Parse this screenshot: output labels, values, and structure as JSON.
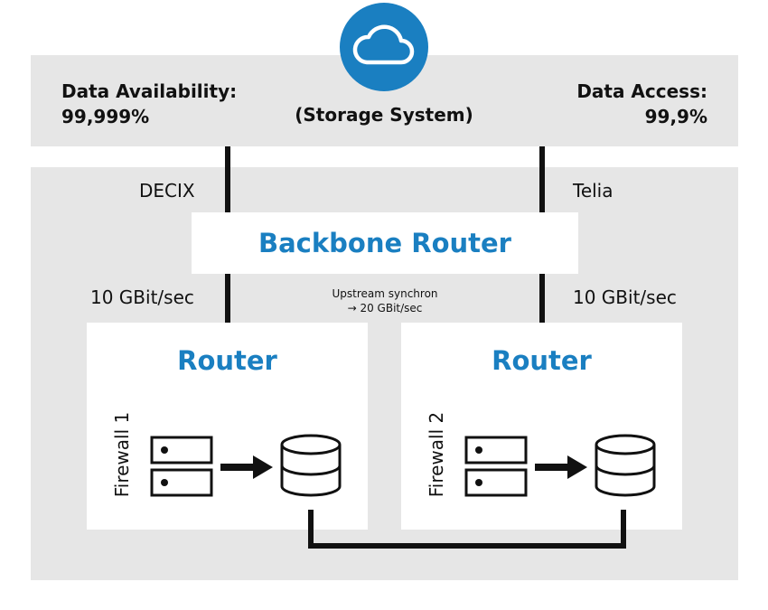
{
  "storage": {
    "availability_label": "Data Availability:",
    "availability_value": "99,999%",
    "access_label": "Data Access:",
    "access_value": "99,9%",
    "system_label": "(Storage System)",
    "icon": "cloud-icon"
  },
  "links": {
    "left_provider": "DECIX",
    "right_provider": "Telia",
    "left_speed": "10 GBit/sec",
    "right_speed": "10 GBit/sec",
    "upstream_line1": "Upstream synchron",
    "upstream_line2": "→ 20 GBit/sec"
  },
  "backbone": {
    "label": "Backbone Router"
  },
  "routers": [
    {
      "title": "Router",
      "firewall": "Firewall 1"
    },
    {
      "title": "Router",
      "firewall": "Firewall 2"
    }
  ],
  "colors": {
    "accent": "#1a7fc1",
    "panel": "#e6e6e6",
    "line": "#111111"
  }
}
